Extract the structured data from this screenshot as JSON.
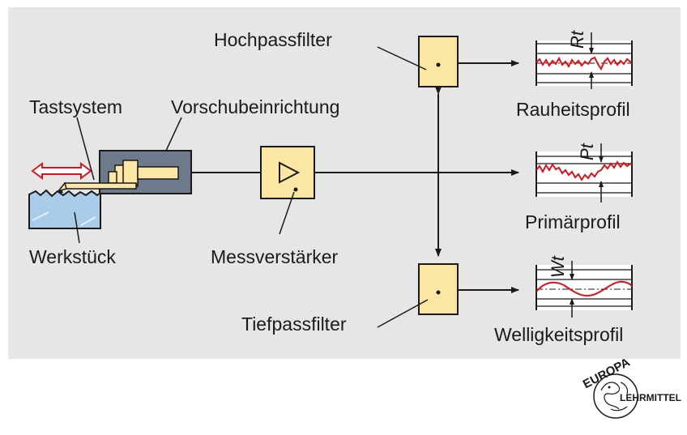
{
  "labels": {
    "hochpassfilter": "Hochpassfilter",
    "tastsystem": "Tastsystem",
    "vorschubeinrichtung": "Vorschubeinrichtung",
    "werkstueck": "Werkstück",
    "messverstaerker": "Messverstärker",
    "tiefpassfilter": "Tiefpassfilter",
    "rauheitsprofil": "Rauheitsprofil",
    "primaerprofil": "Primärprofil",
    "welligkeitsprofil": "Welligkeitsprofil",
    "rt": "Rt",
    "pt": "Pt",
    "wt": "Wt"
  },
  "logo": {
    "top": "EUROPA",
    "right": "LEHRMITTEL"
  },
  "colors": {
    "panel": "#e6e6e6",
    "box_yellow": "#fbe6a3",
    "feed_slate": "#6c7a8c",
    "workpiece_blue": "#a9cce8",
    "signal_red": "#d9141c",
    "line": "#1a1a1a"
  }
}
